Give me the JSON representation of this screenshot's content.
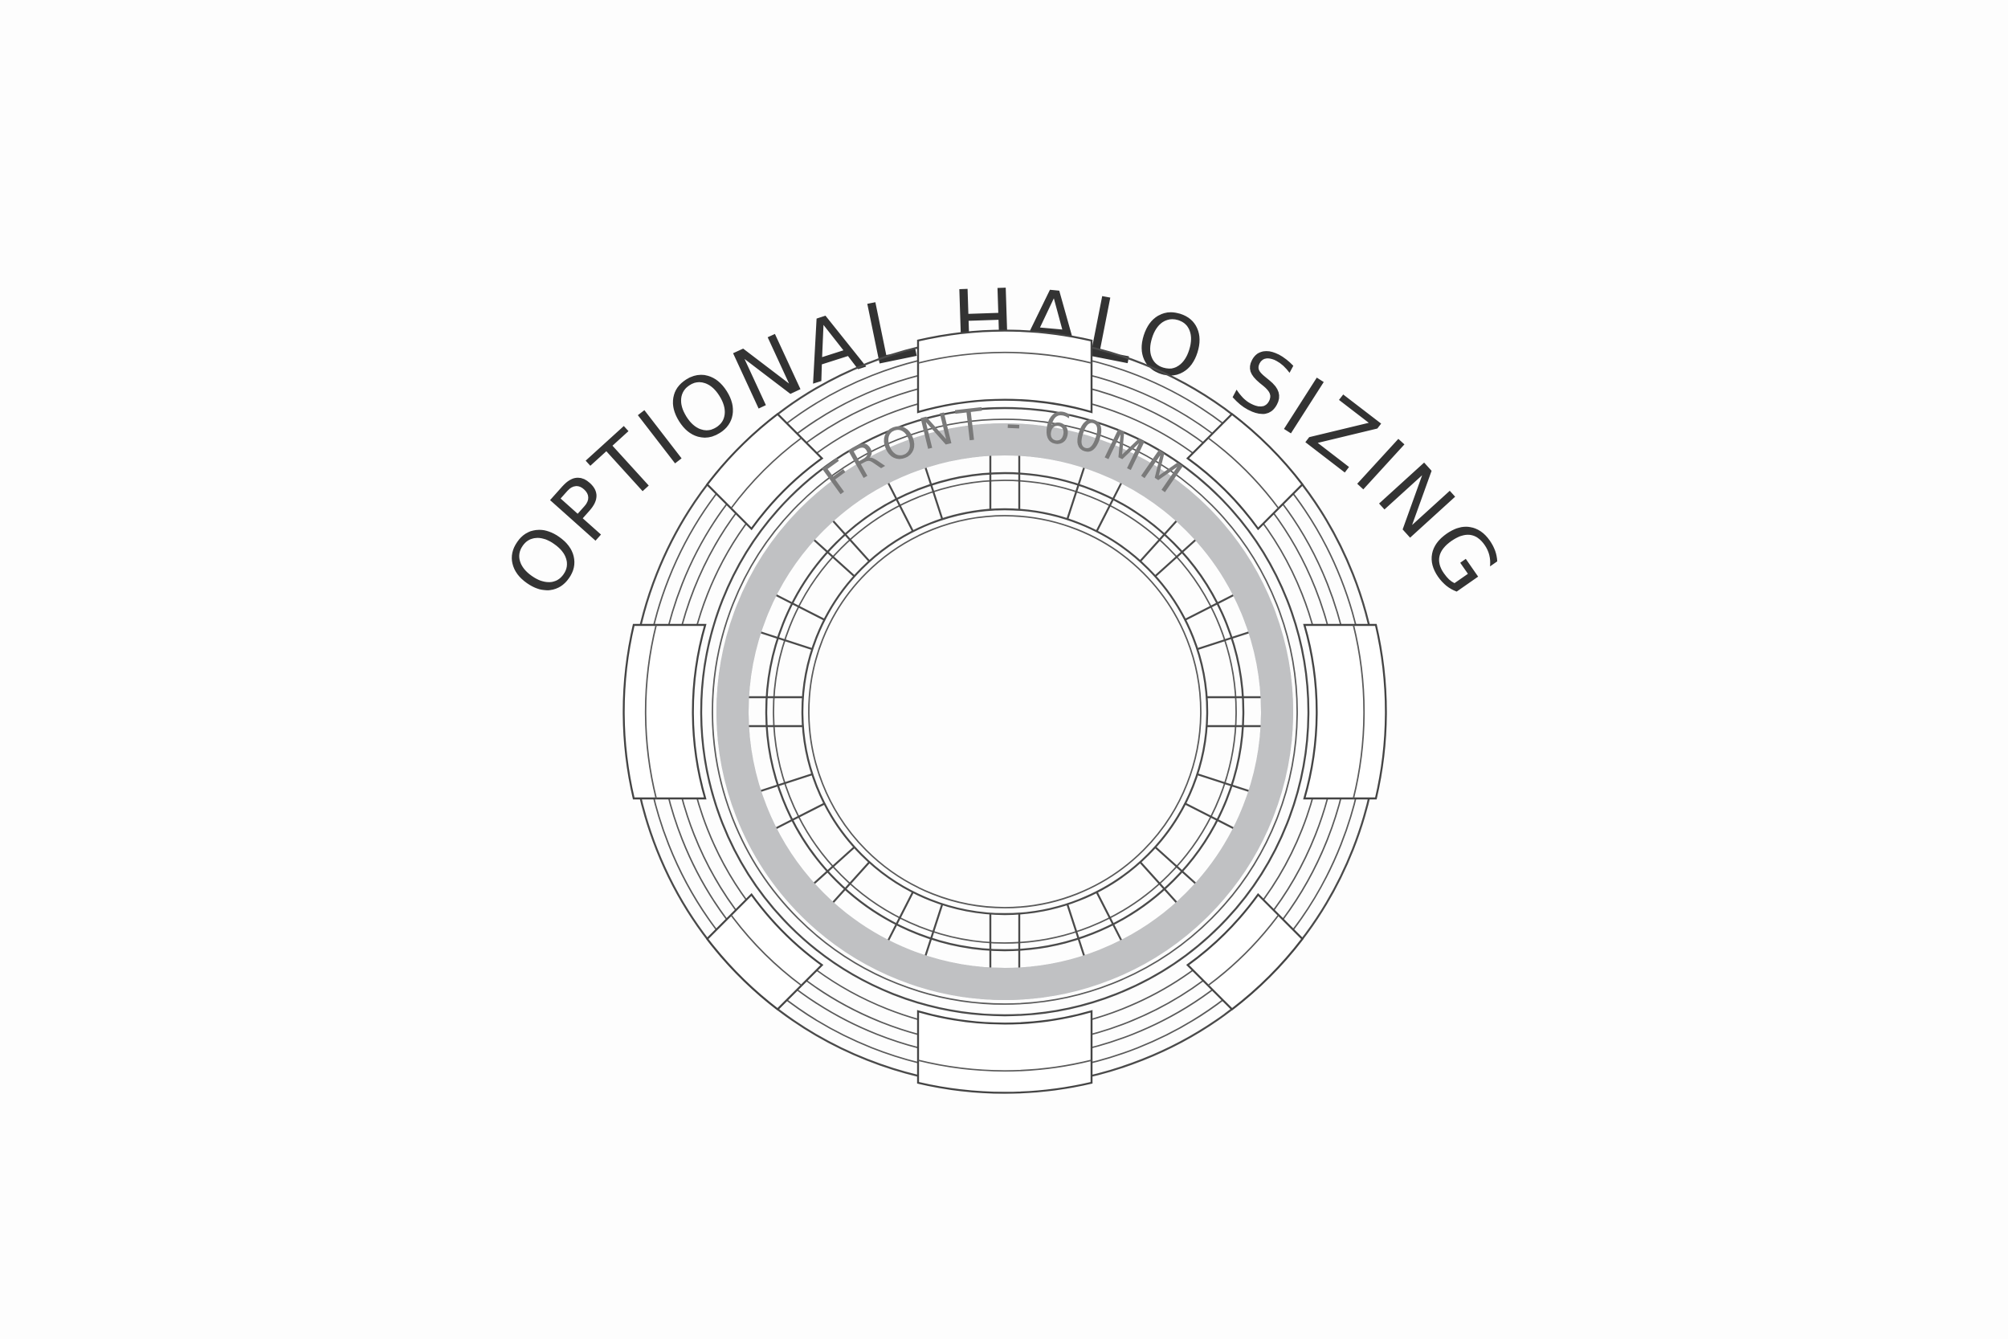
{
  "title": "OPTIONAL HALO SIZING",
  "ring_label": "FRONT - 60MM",
  "colors": {
    "background": "#fdfdfd",
    "title": "#333333",
    "halo_band": "#c0c1c3",
    "label": "#7a7a7a",
    "line_art": "#444444"
  },
  "diagram": {
    "description": "Top-down line drawing of a round ring setting with an optional halo band highlighted in gray",
    "halo_size": "60MM",
    "halo_position": "FRONT"
  }
}
